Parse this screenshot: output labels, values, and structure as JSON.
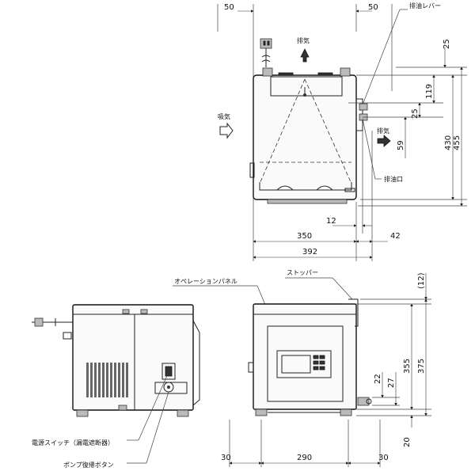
{
  "top_view": {
    "dims_top": [
      "50",
      "50"
    ],
    "drain_lever": "排油レバー",
    "exhaust_top": "排気",
    "intake": "吸気",
    "exhaust_side": "排気",
    "drain_port": "排油口",
    "dims_right": [
      "25",
      "119",
      "25",
      "59",
      "430",
      "455"
    ],
    "dims_bottom": [
      "12",
      "350",
      "42",
      "392"
    ]
  },
  "side_view": {
    "power_switch": "電源スイッチ（漏電遮断器）",
    "pump_reset": "ポンプ復帰ボタン"
  },
  "front_view": {
    "operation_panel": "オペレーションパネル",
    "stopper": "ストッパー",
    "dims_right": [
      "(12)",
      "355",
      "375",
      "22",
      "27",
      "20"
    ],
    "dims_bottom": [
      "30",
      "290",
      "30"
    ]
  }
}
